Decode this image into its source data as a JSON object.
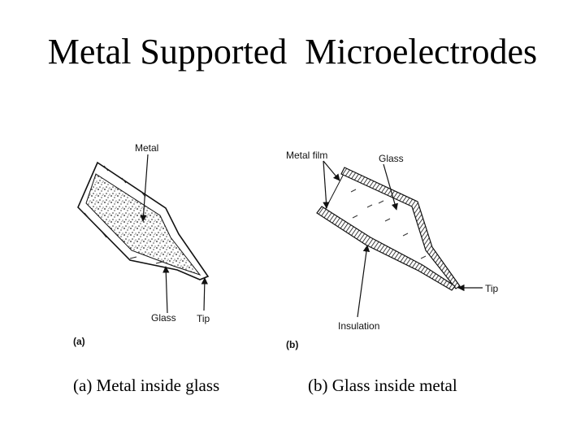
{
  "slide": {
    "title": "Metal Supported  Microelectrodes"
  },
  "diagram_a": {
    "panel_label": "(a)",
    "label_metal": "Metal",
    "label_glass": "Glass",
    "label_tip": "Tip",
    "caption": "(a) Metal inside glass"
  },
  "diagram_b": {
    "panel_label": "(b)",
    "label_metal_film": "Metal film",
    "label_glass": "Glass",
    "label_insulation": "Insulation",
    "label_tip": "Tip",
    "caption": "(b) Glass inside metal"
  }
}
